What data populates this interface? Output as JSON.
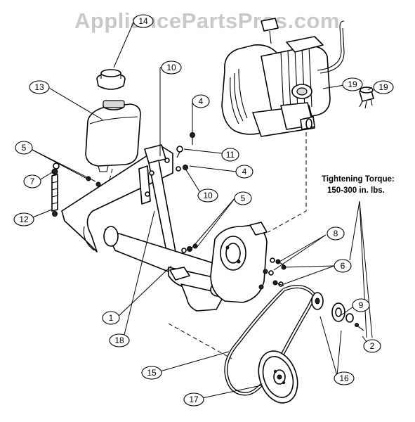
{
  "watermark": "AppliancePartsPros.com",
  "note": {
    "line1": "Tightening Torque:",
    "line2": "150-300 in. lbs."
  },
  "callouts": {
    "c14": "14",
    "c13": "13",
    "c10a": "10",
    "c4a": "4",
    "c5a": "5",
    "c7": "7",
    "c11": "11",
    "c4b": "4",
    "c10b": "10",
    "c12": "12",
    "c5b": "5",
    "c19a": "19",
    "c19b": "19",
    "c8": "8",
    "c6": "6",
    "c1": "1",
    "c18": "18",
    "c9": "9",
    "c2": "2",
    "c15": "15",
    "c16": "16",
    "c17": "17"
  },
  "colors": {
    "line": "#000000",
    "watermark": "#c9c9c9",
    "background": "#ffffff"
  }
}
